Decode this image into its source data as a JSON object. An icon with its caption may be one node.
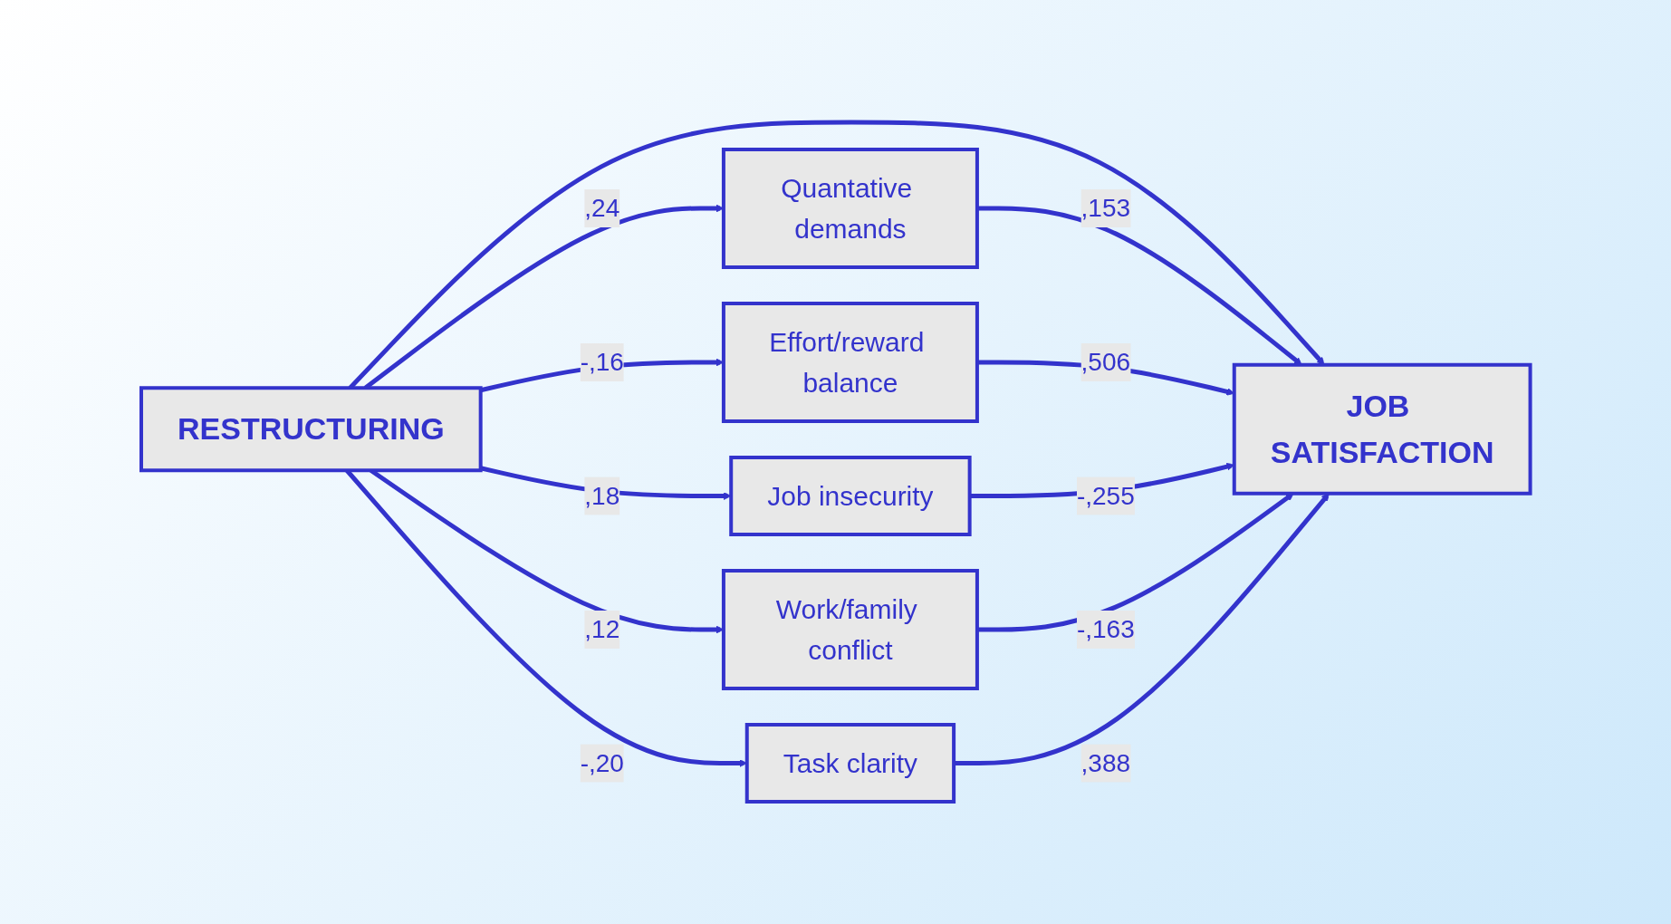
{
  "diagram": {
    "nodes": [
      {
        "text": [
          "RESTRUCTURING"
        ]
      },
      {
        "text": [
          "JOB SATISFACTION"
        ]
      },
      {
        "text": [
          "Quantative demands"
        ]
      },
      {
        "text": [
          "Effort/reward balance"
        ]
      },
      {
        "text": [
          "Job insecurity"
        ]
      },
      {
        "text": [
          "Work/family conflict"
        ]
      },
      {
        "text": [
          "Task clarity"
        ]
      }
    ],
    "edges": [
      {
        "from": 0,
        "to": 1,
        "arrow": "to"
      },
      {
        "from": 0,
        "to": 2,
        "arrow": "to",
        "label": ",24"
      },
      {
        "from": 0,
        "to": 3,
        "arrow": "to",
        "label": "-,16"
      },
      {
        "from": 0,
        "to": 4,
        "arrow": "to",
        "label": ",18"
      },
      {
        "from": 0,
        "to": 5,
        "arrow": "to",
        "label": ",12"
      },
      {
        "from": 0,
        "to": 6,
        "arrow": "to",
        "label": "-,20"
      },
      {
        "from": 2,
        "to": 1,
        "arrow": "to",
        "label": ",153"
      },
      {
        "from": 3,
        "to": 1,
        "arrow": "to",
        "label": ",506"
      },
      {
        "from": 4,
        "to": 1,
        "arrow": "to",
        "label": "-,255"
      },
      {
        "from": 5,
        "to": 1,
        "arrow": "to",
        "label": "-,163"
      },
      {
        "from": 6,
        "to": 1,
        "arrow": "to",
        "label": ",388"
      }
    ]
  }
}
